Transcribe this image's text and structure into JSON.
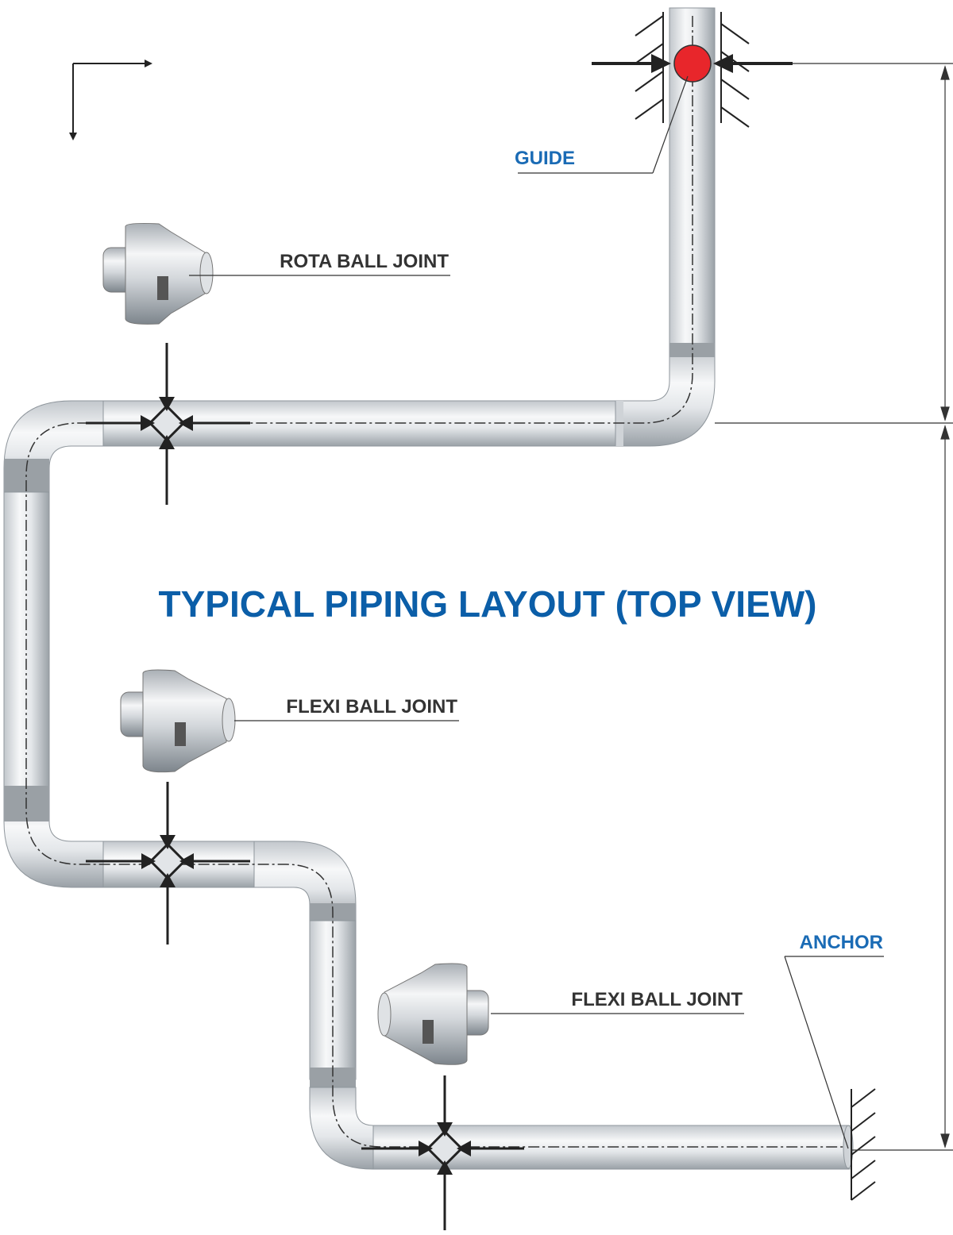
{
  "title": "TYPICAL PIPING LAYOUT (TOP VIEW)",
  "labels": {
    "guide": "GUIDE",
    "rota": "ROTA BALL JOINT",
    "flexi_upper": "FLEXI BALL JOINT",
    "flexi_lower": "FLEXI BALL JOINT",
    "anchor": "ANCHOR"
  },
  "colors": {
    "title": "#0b5ea8",
    "callout_blue": "#1a6bb5",
    "callout_dark": "#333333",
    "guide_marker": "#e8262b",
    "pipe_light": "#f2f4f6",
    "pipe_mid": "#c9ced3",
    "pipe_dark": "#8f969c",
    "elbow_band": "#9aa0a5",
    "line": "#222222"
  }
}
